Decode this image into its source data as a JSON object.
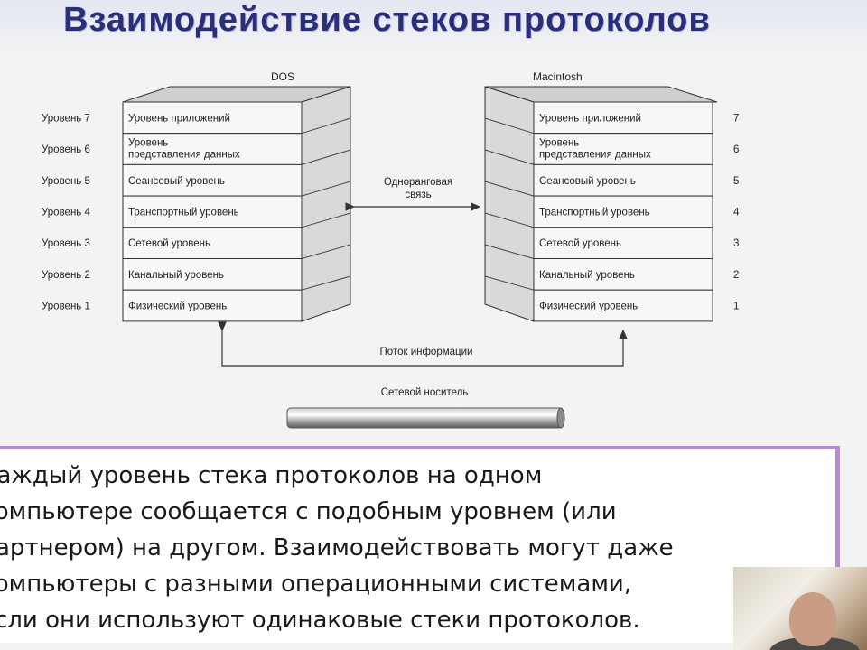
{
  "title": "Взаимодействие стеков протоколов",
  "left_stack": {
    "label": "DOS",
    "layers": [
      {
        "level": "Уровень 7",
        "name": "Уровень приложений"
      },
      {
        "level": "Уровень 6",
        "name": "Уровень представления данных"
      },
      {
        "level": "Уровень 5",
        "name": "Сеансовый уровень"
      },
      {
        "level": "Уровень 4",
        "name": "Транспортный уровень"
      },
      {
        "level": "Уровень 3",
        "name": "Сетевой уровень"
      },
      {
        "level": "Уровень 2",
        "name": "Канальный уровень"
      },
      {
        "level": "Уровень 1",
        "name": "Физический уровень"
      }
    ]
  },
  "right_stack": {
    "label": "Macintosh",
    "layers": [
      {
        "level": "7",
        "name": "Уровень приложений"
      },
      {
        "level": "6",
        "name": "Уровень представления данных"
      },
      {
        "level": "5",
        "name": "Сеансовый уровень"
      },
      {
        "level": "4",
        "name": "Транспортный уровень"
      },
      {
        "level": "3",
        "name": "Сетевой уровень"
      },
      {
        "level": "2",
        "name": "Канальный уровень"
      },
      {
        "level": "1",
        "name": "Физический уровень"
      }
    ]
  },
  "peer_link_label": [
    "Одноранговая",
    "связь"
  ],
  "info_flow_label": "Поток информации",
  "medium_label": "Сетевой носитель",
  "caption": "Каждый уровень стека протоколов на одном\nкомпьютере сообщается с подобным уровнем (или\nпартнером) на другом. Взаимодействовать могут даже\nкомпьютеры с разными операционными системами,\nесли они используют одинаковые стеки протоколов."
}
